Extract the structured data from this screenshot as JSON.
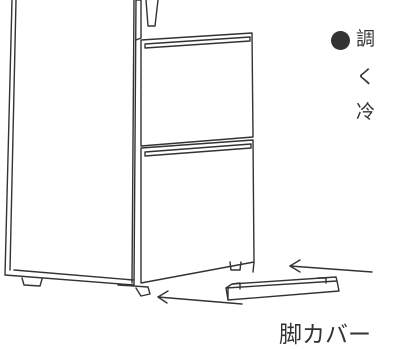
{
  "note": {
    "bullet": "●",
    "line1": "調",
    "line2": "く",
    "line3": "冷"
  },
  "caption": "脚カバー",
  "colors": {
    "ink": "#333333",
    "body_fill": "#ffffff",
    "background": "#ffffff"
  },
  "icons": [
    "arrow-left-icon",
    "arrow-left-icon"
  ]
}
